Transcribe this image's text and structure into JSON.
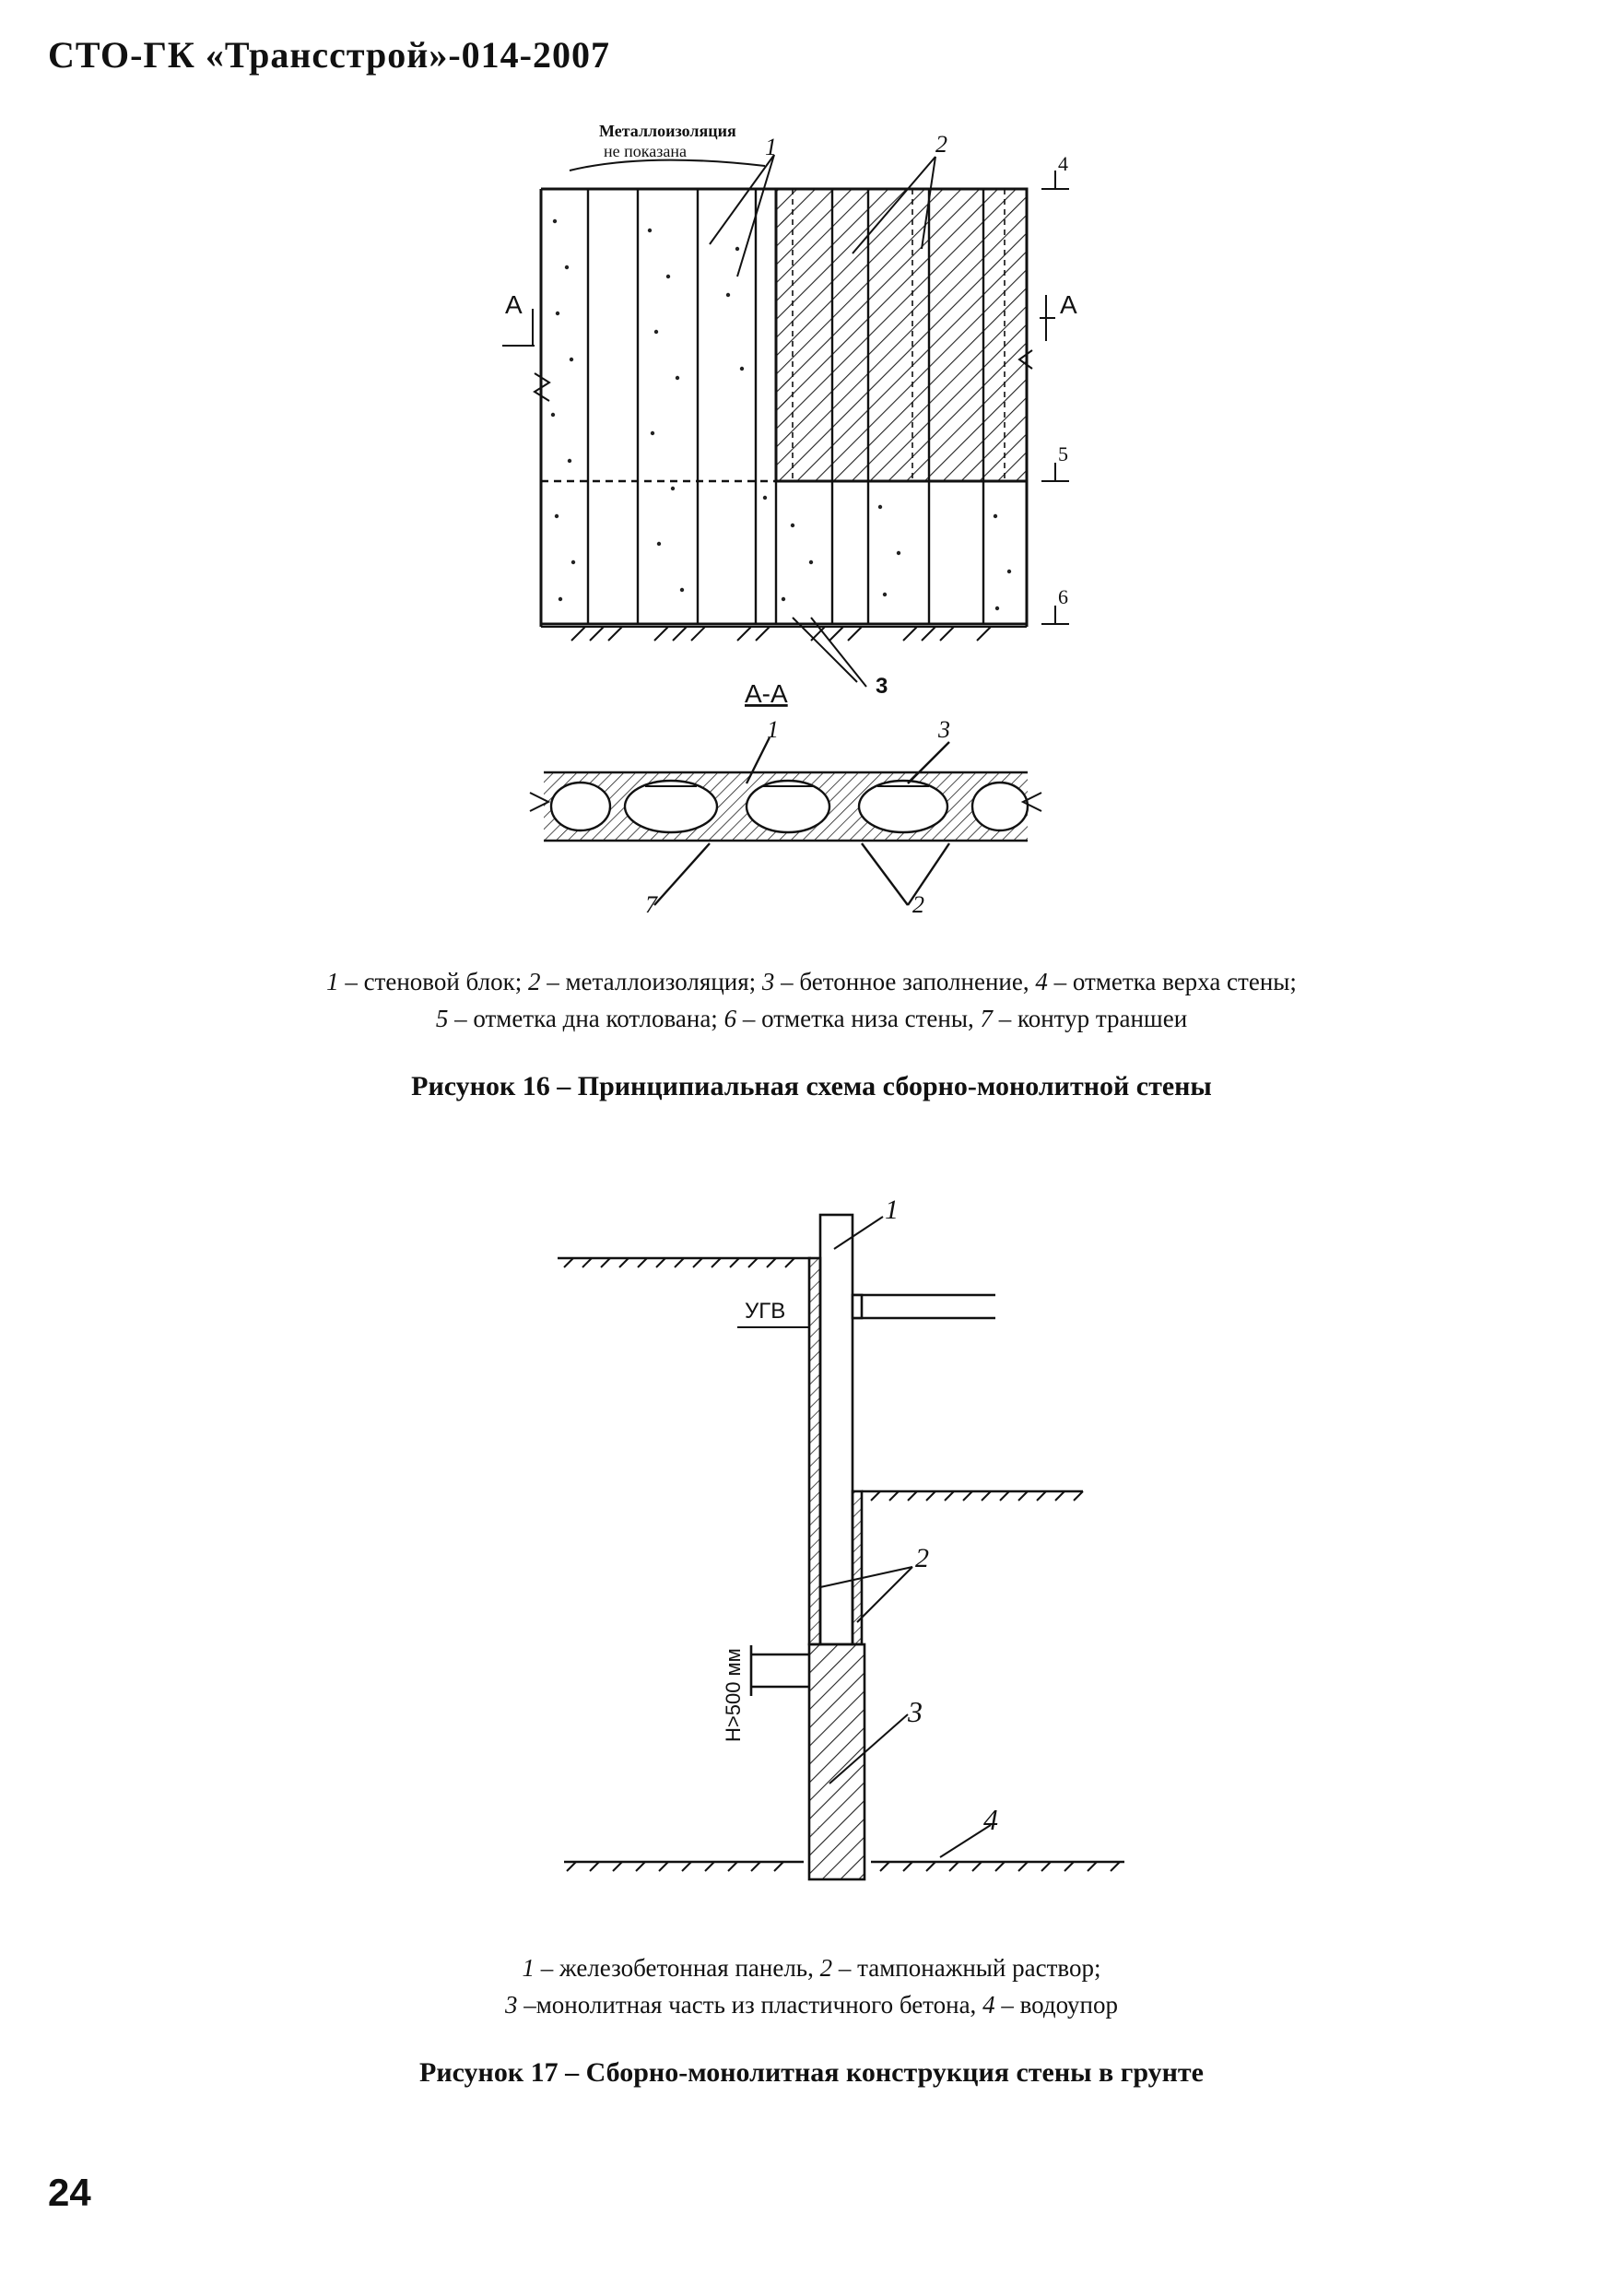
{
  "header": {
    "document_code": "СТО-ГК «Трансстрой»-014-2007"
  },
  "figure16": {
    "note_line1": "Металлоизоляция",
    "note_line2": "не показана",
    "labels": {
      "n1": "1",
      "n2": "2",
      "n3": "3",
      "n4": "4",
      "n5": "5",
      "n6": "6",
      "n7": "7",
      "section_mark_left": "А",
      "section_mark_right": "А",
      "section_title": "А-А"
    },
    "legend_line1": [
      {
        "num": "1",
        "text": " – стеновой блок; "
      },
      {
        "num": "2",
        "text": " – металлоизоляция; "
      },
      {
        "num": "3",
        "text": " – бетонное заполнение, "
      },
      {
        "num": "4",
        "text": " – отметка верха стены;"
      }
    ],
    "legend_line2": [
      {
        "num": "5",
        "text": " – отметка дна котлована; "
      },
      {
        "num": "6",
        "text": " – отметка низа стены, "
      },
      {
        "num": "7",
        "text": " – контур траншеи"
      }
    ],
    "caption": "Рисунок 16 – Принципиальная схема сборно-монолитной стены"
  },
  "figure17": {
    "labels": {
      "n1": "1",
      "n2": "2",
      "n3": "3",
      "n4": "4",
      "gwl": "УГВ",
      "height_dim": "Н>500 мм"
    },
    "legend_line1": [
      {
        "num": "1",
        "text": " – железобетонная панель, "
      },
      {
        "num": "2",
        "text": " – тампонажный раствор;"
      }
    ],
    "legend_line2": [
      {
        "num": "3",
        "text": " –монолитная часть из пластичного бетона, "
      },
      {
        "num": "4",
        "text": " – водоупор"
      }
    ],
    "caption": "Рисунок 17 – Сборно-монолитная конструкция стены в грунте"
  },
  "page_number": "24"
}
